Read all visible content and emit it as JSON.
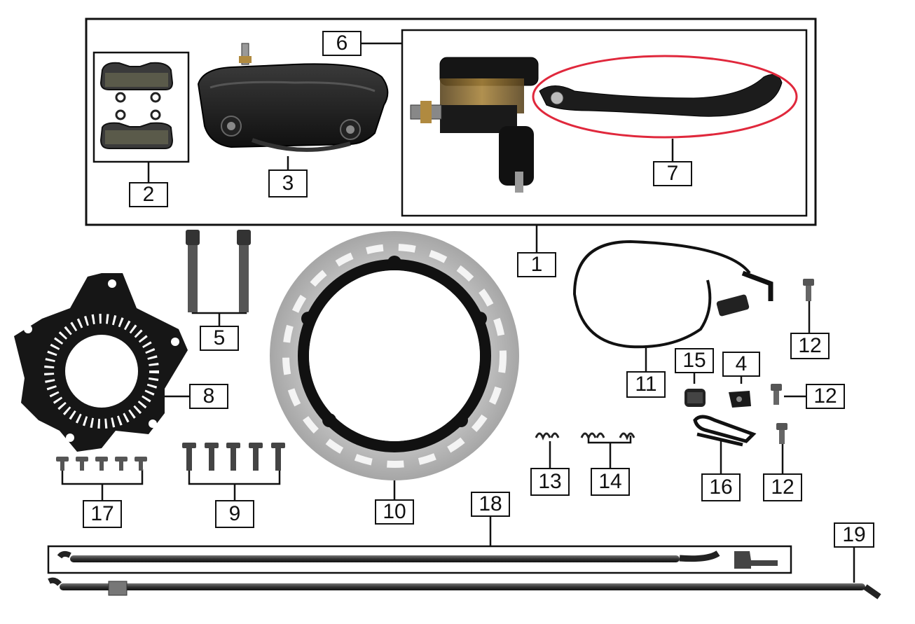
{
  "diagram": {
    "colors": {
      "line": "#111111",
      "part": "#1c1c1c",
      "disc": "#b8b8b8",
      "brass": "#8a6a2a",
      "highlight": "#e0283c"
    },
    "callouts": {
      "c1": "1",
      "c2": "2",
      "c3": "3",
      "c4": "4",
      "c5": "5",
      "c6": "6",
      "c7": "7",
      "c8": "8",
      "c9": "9",
      "c10": "10",
      "c11": "11",
      "c12a": "12",
      "c12b": "12",
      "c12c": "12",
      "c13": "13",
      "c14": "14",
      "c15": "15",
      "c16": "16",
      "c17": "17",
      "c18": "18",
      "c19": "19"
    },
    "parts": [
      {
        "id": "brake-pads",
        "icon": "brake-pad-icon"
      },
      {
        "id": "brake-caliper",
        "icon": "caliper-icon"
      },
      {
        "id": "master-cylinder",
        "icon": "master-cylinder-icon"
      },
      {
        "id": "brake-lever",
        "icon": "brake-lever-icon"
      },
      {
        "id": "caliper-bolts",
        "icon": "bolt-icon"
      },
      {
        "id": "abs-tone-ring",
        "icon": "tone-ring-icon"
      },
      {
        "id": "disc-bolts",
        "icon": "bolt-icon"
      },
      {
        "id": "brake-disc",
        "icon": "brake-disc-icon"
      },
      {
        "id": "abs-sensor-cable",
        "icon": "sensor-cable-icon"
      },
      {
        "id": "bolts",
        "icon": "bolt-icon"
      },
      {
        "id": "clips",
        "icon": "clip-icon"
      },
      {
        "id": "spacer",
        "icon": "spacer-icon"
      },
      {
        "id": "bracket",
        "icon": "bracket-icon"
      },
      {
        "id": "hose-clamp",
        "icon": "clamp-icon"
      },
      {
        "id": "tone-ring-screws",
        "icon": "screw-icon"
      },
      {
        "id": "brake-hose-upper",
        "icon": "brake-hose-icon"
      },
      {
        "id": "brake-hose-lower",
        "icon": "brake-hose-icon"
      }
    ]
  }
}
